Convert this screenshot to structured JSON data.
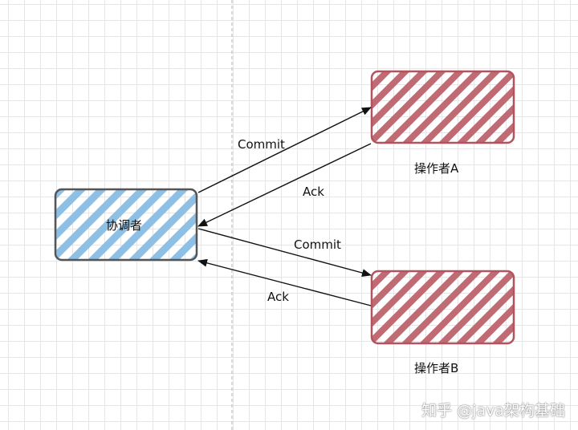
{
  "nodes": {
    "coordinator": {
      "label": "协调者",
      "fill_color": "#8ec0e6",
      "border_color": "#555555"
    },
    "operator_a": {
      "label": "操作者A",
      "fill_color": "#c06b73",
      "border_color": "#b05560"
    },
    "operator_b": {
      "label": "操作者B",
      "fill_color": "#c06b73",
      "border_color": "#b05560"
    }
  },
  "edges": {
    "commit_a": "Commit",
    "ack_a": "Ack",
    "commit_b": "Commit",
    "ack_b": "Ack"
  },
  "watermark": "知乎 @java架构基础"
}
